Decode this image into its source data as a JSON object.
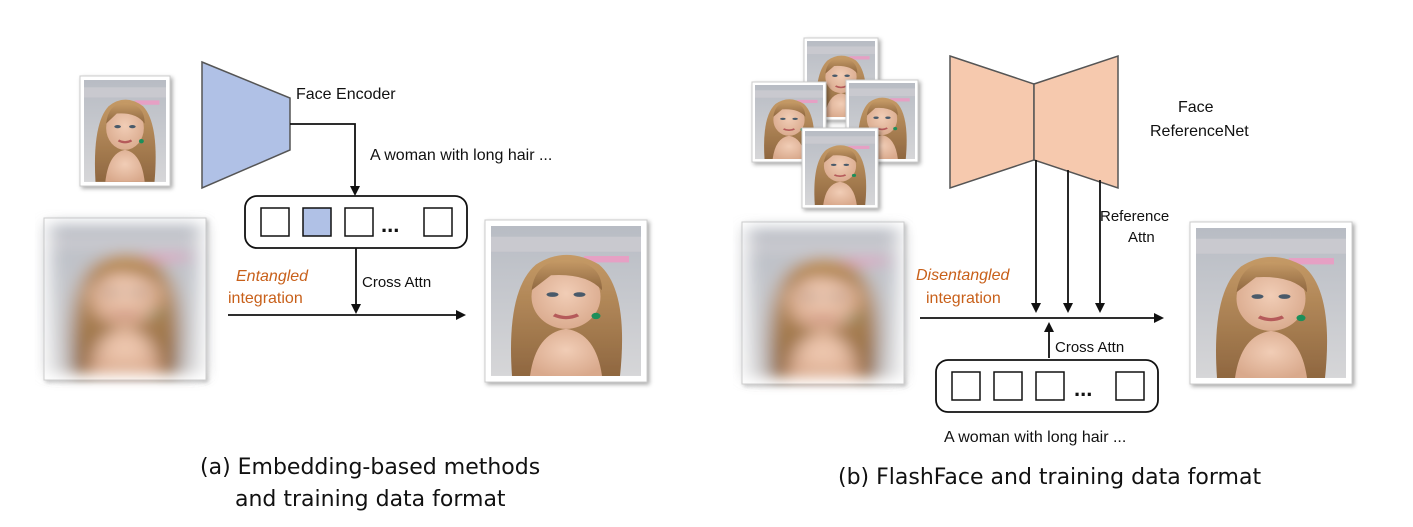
{
  "panel_a": {
    "encoder_label": "Face Encoder",
    "prompt_text": "A  woman with long hair ...",
    "token_ellipsis": "...",
    "cross_attn_label": "Cross Attn",
    "integration_emphasis": "Entangled",
    "integration_word": "integration",
    "caption_line1": "(a) Embedding-based methods",
    "caption_line2": "and training data format"
  },
  "panel_b": {
    "net_label_line1": "Face",
    "net_label_line2": "ReferenceNet",
    "reference_attn_line1": "Reference",
    "reference_attn_line2": "Attn",
    "cross_attn_label": "Cross Attn",
    "integration_emphasis": "Disentangled",
    "integration_word": "integration",
    "token_ellipsis": "...",
    "prompt_text": "A  woman with long hair ...",
    "caption": "(b) FlashFace and training data format"
  },
  "colors": {
    "encoder_fill": "#b0c1e6",
    "referencenet_fill": "#f6c9ae",
    "integration_text": "#c8601a",
    "arrow": "#111111"
  }
}
